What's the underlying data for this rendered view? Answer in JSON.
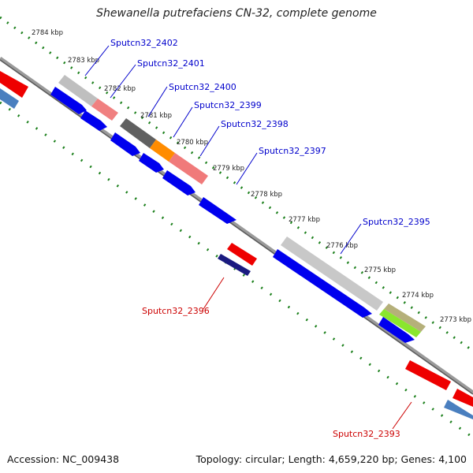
{
  "title": "Shewanella putrefaciens CN-32, complete genome",
  "footer": {
    "accession": "Accession: NC_009438",
    "summary": "Topology: circular; Length: 4,659,220 bp; Genes: 4,100"
  },
  "ticks": [
    "2784 kbp",
    "2783 kbp",
    "2782 kbp",
    "2781 kbp",
    "2780 kbp",
    "2779 kbp",
    "2778 kbp",
    "2777 kbp",
    "2776 kbp",
    "2775 kbp",
    "2774 kbp",
    "2773 kbp"
  ],
  "genes_forward": [
    {
      "label": "Sputcn32_2402",
      "color": "#0000cc"
    },
    {
      "label": "Sputcn32_2401",
      "color": "#0000cc"
    },
    {
      "label": "Sputcn32_2400",
      "color": "#0000cc"
    },
    {
      "label": "Sputcn32_2399",
      "color": "#0000cc"
    },
    {
      "label": "Sputcn32_2398",
      "color": "#0000cc"
    },
    {
      "label": "Sputcn32_2397",
      "color": "#0000cc"
    },
    {
      "label": "Sputcn32_2395",
      "color": "#0000cc"
    }
  ],
  "genes_reverse": [
    {
      "label": "Sputcn32_2396",
      "color": "#cc0000"
    },
    {
      "label": "Sputcn32_2393",
      "color": "#cc0000"
    }
  ],
  "colors": {
    "tick": "#1a7f1a",
    "backbone": "#808080",
    "cds": "#0000ee",
    "reverse": "#ee0000",
    "label_forward": "#0000cc",
    "label_reverse": "#cc0000"
  }
}
